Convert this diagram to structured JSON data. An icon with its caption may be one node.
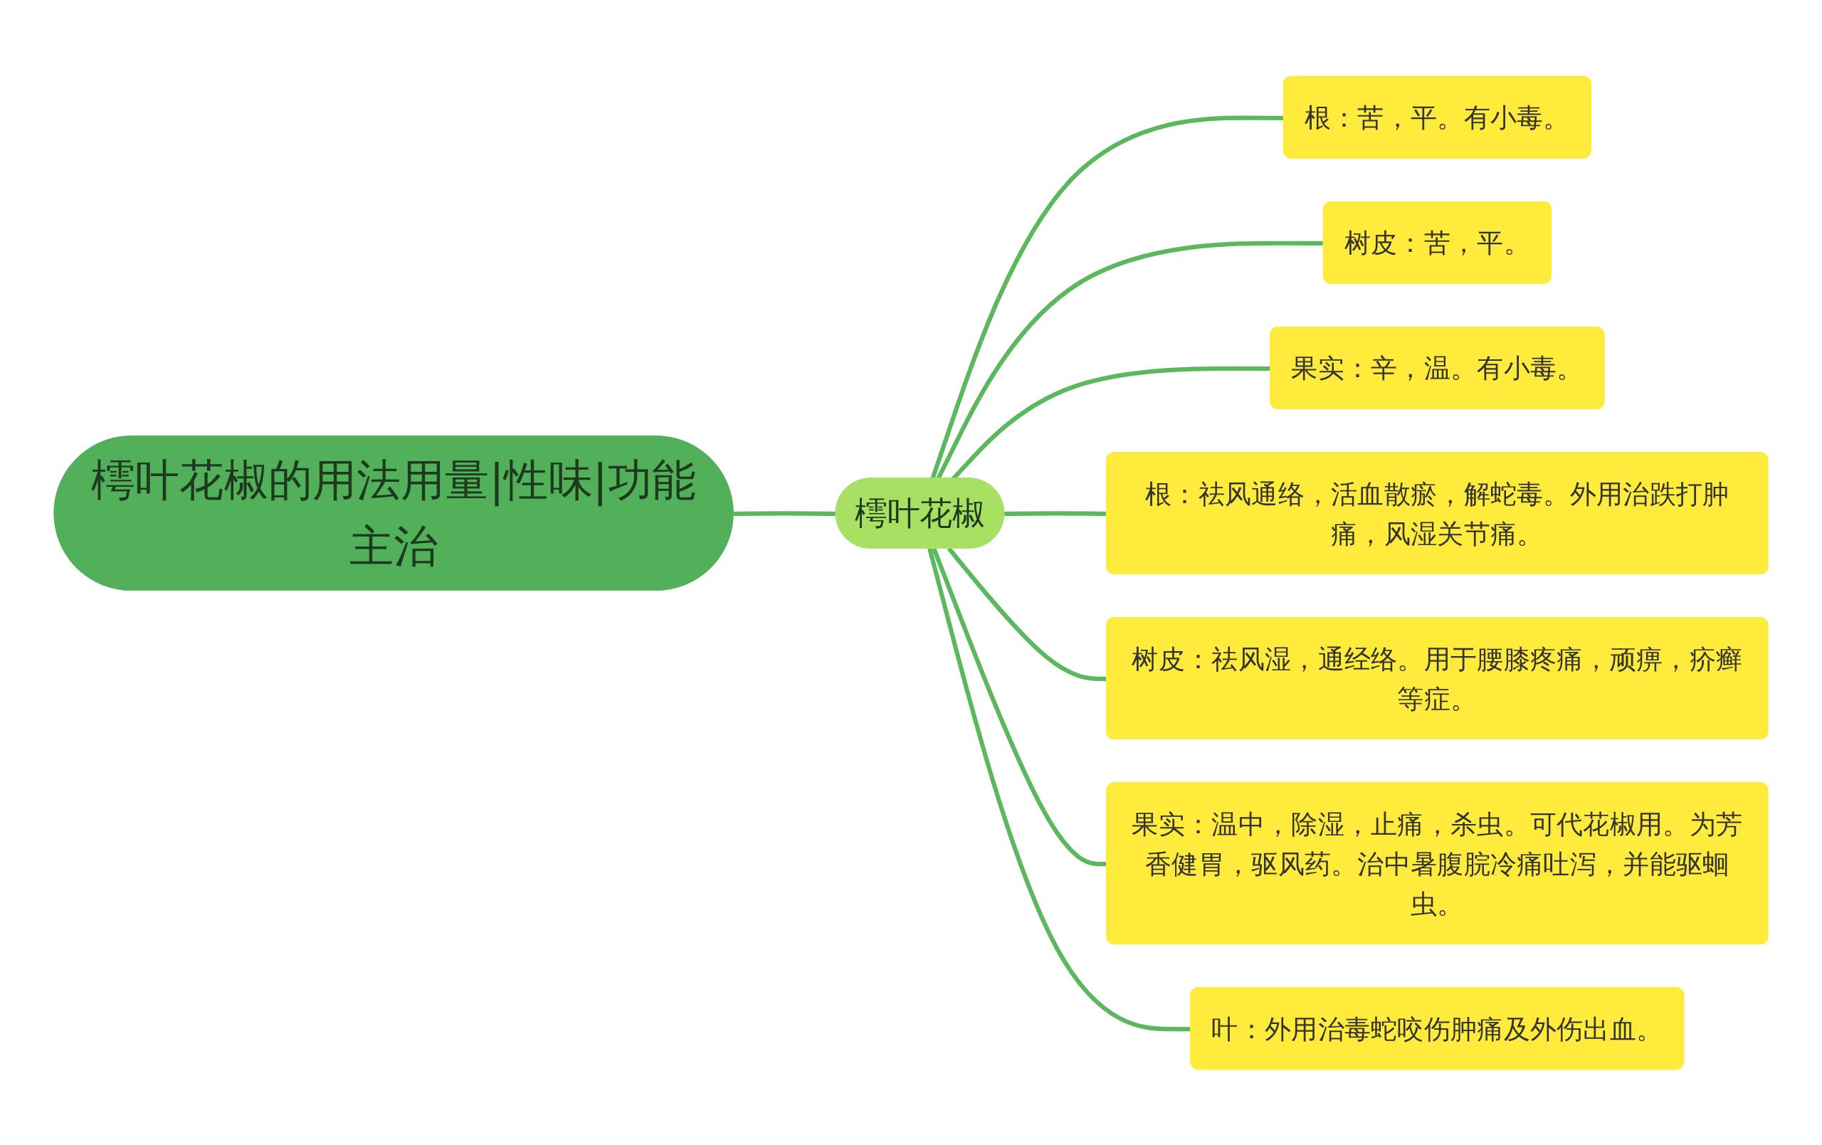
{
  "diagram": {
    "nodes": [
      {
        "text": [
          "樗叶花椒的用法用量|性味|功能主治"
        ]
      },
      {
        "text": [
          "樗叶花椒"
        ]
      },
      {
        "text": [
          "根：苦，平。有小毒。"
        ]
      },
      {
        "text": [
          "树皮：苦，平。"
        ]
      },
      {
        "text": [
          "果实：辛，温。有小毒。"
        ]
      },
      {
        "text": [
          "根：祛风通络，活血散瘀，解蛇毒。外用治跌打肿痛，风湿关节痛。"
        ]
      },
      {
        "text": [
          "树皮：祛风湿，通经络。用于腰膝疼痛，顽痹，疥癣等症。"
        ]
      },
      {
        "text": [
          "果实：温中，除湿，止痛，杀虫。可代花椒用。为芳香健胃，驱风药。治中暑腹脘冷痛吐泻，并能驱蛔虫。"
        ]
      },
      {
        "text": [
          "叶：外用治毒蛇咬伤肿痛及外伤出血。"
        ]
      }
    ],
    "edges": [
      {
        "from": 0,
        "to": 1,
        "arrow": "none"
      },
      {
        "from": 1,
        "to": 2,
        "arrow": "none"
      },
      {
        "from": 1,
        "to": 3,
        "arrow": "none"
      },
      {
        "from": 1,
        "to": 4,
        "arrow": "none"
      },
      {
        "from": 1,
        "to": 5,
        "arrow": "none"
      },
      {
        "from": 1,
        "to": 6,
        "arrow": "none"
      },
      {
        "from": 1,
        "to": 7,
        "arrow": "none"
      },
      {
        "from": 1,
        "to": 8,
        "arrow": "none"
      }
    ]
  }
}
